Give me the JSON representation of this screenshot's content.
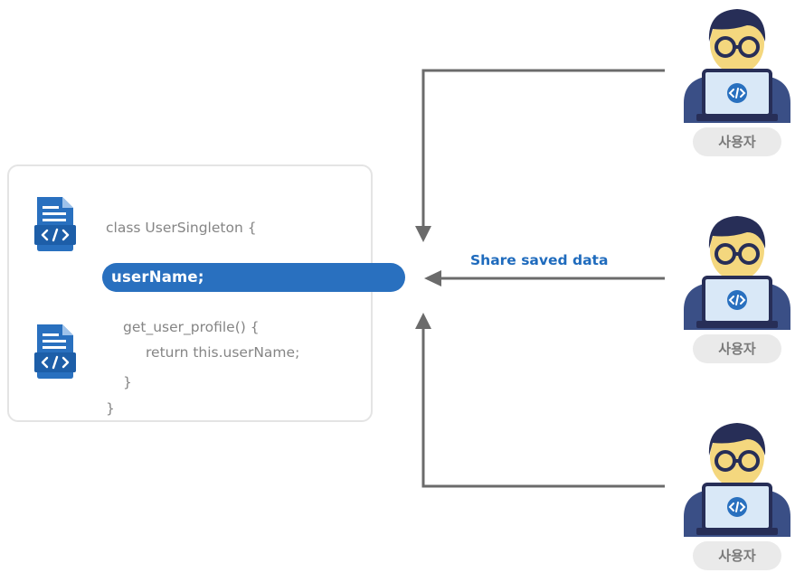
{
  "code": {
    "class_line": "class UserSingleton {",
    "field_line": "userName;",
    "method_line": "get_user_profile() {",
    "return_line": "return this.userName;",
    "inner_close": "}",
    "outer_close": "}"
  },
  "share_label": "Share saved data",
  "users": [
    {
      "label": "사용자"
    },
    {
      "label": "사용자"
    },
    {
      "label": "사용자"
    }
  ],
  "colors": {
    "accent": "#2970bf",
    "code_text": "#858585",
    "arrow": "#6b6b6b",
    "user_shirt": "#3a4f86",
    "user_skin": "#f4d77e",
    "user_hair": "#272e57"
  }
}
